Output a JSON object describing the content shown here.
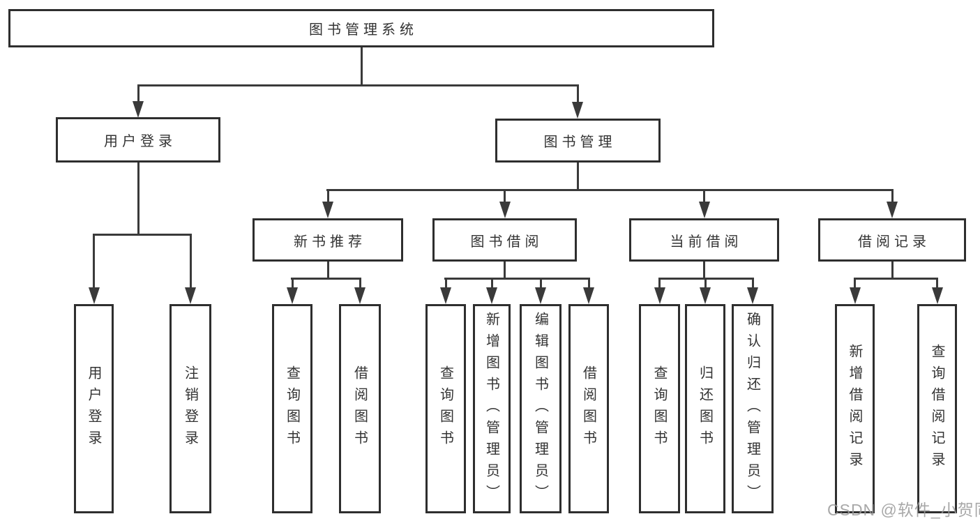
{
  "tree": {
    "root": {
      "label": "图书管理系统",
      "children": [
        {
          "label": "用户登录",
          "children": [
            {
              "label": "用户登录"
            },
            {
              "label": "注销登录"
            }
          ]
        },
        {
          "label": "图书管理",
          "children": [
            {
              "label": "新书推荐",
              "children": [
                {
                  "label": "查询图书"
                },
                {
                  "label": "借阅图书"
                }
              ]
            },
            {
              "label": "图书借阅",
              "children": [
                {
                  "label": "查询图书"
                },
                {
                  "label": "新增图书（管理员）"
                },
                {
                  "label": "编辑图书（管理员）"
                },
                {
                  "label": "借阅图书"
                }
              ]
            },
            {
              "label": "当前借阅",
              "children": [
                {
                  "label": "查询图书"
                },
                {
                  "label": "归还图书"
                },
                {
                  "label": "确认归还（管理员）"
                }
              ]
            },
            {
              "label": "借阅记录",
              "children": [
                {
                  "label": "新增借阅记录"
                },
                {
                  "label": "查询借阅记录"
                }
              ]
            }
          ]
        }
      ]
    }
  },
  "watermark": "CSDN @软件_小贺同学",
  "colors": {
    "line": "#3a3a3a",
    "box_border": "#2e2e2e",
    "text": "#333333",
    "watermark": "#9a9a9a",
    "background": "#ffffff"
  }
}
